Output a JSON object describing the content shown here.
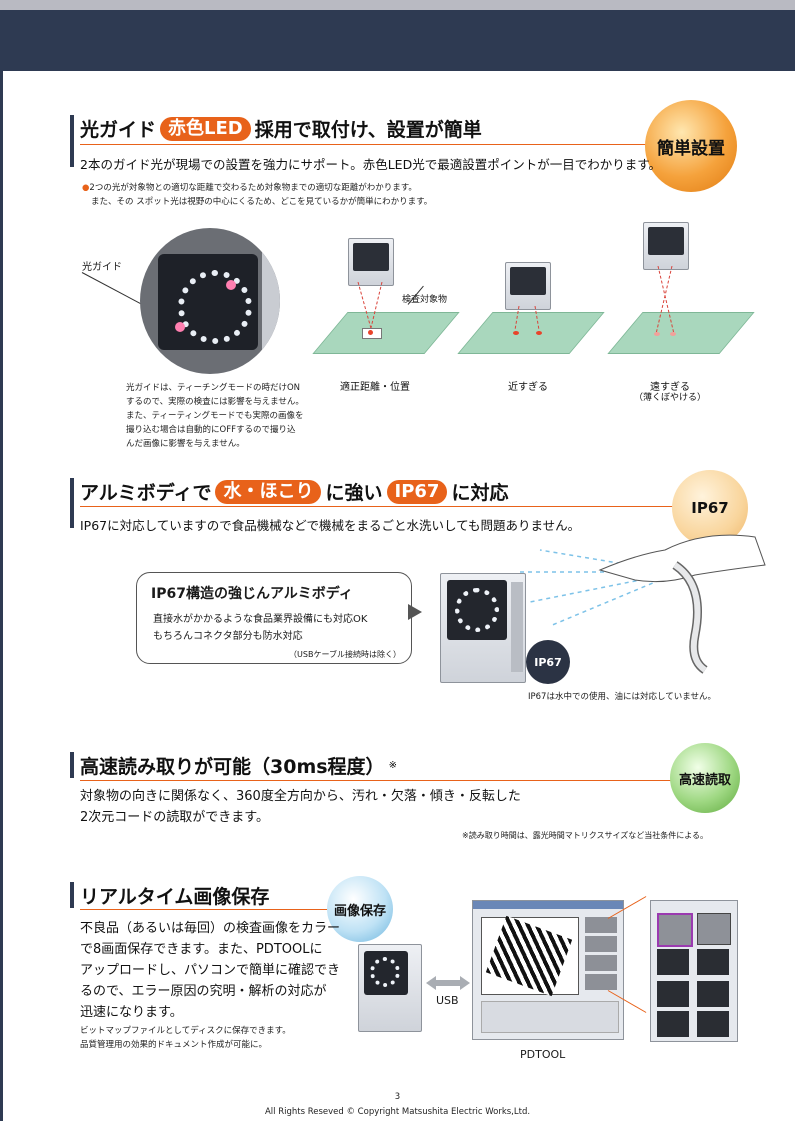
{
  "sections": [
    {
      "title_pre": "光ガイド",
      "title_pill": "赤色LED",
      "title_post": "採用で取付け、設置が簡単",
      "badge": "簡単設置",
      "lead": "2本のガイド光が現場での設置を強力にサポート。赤色LED光で最適設置ポイントが一目でわかります。",
      "note_lines": [
        "2つの光が対象物との適切な距離で交わるため対象物までの適切な距離がわかります。",
        "また、その スポット光は視野の中心にくるため、どこを見ているかが簡単にわかります。"
      ],
      "photo_label": "光ガイド",
      "photo_caption_lines": [
        "光ガイドは、ティーチングモードの時だけON",
        "するので、実際の検査には影響を与えません。",
        "また、ティーティングモードでも実際の画像を",
        "撮り込む場合は自動的にOFFするので撮り込",
        "んだ画像に影響を与えません。"
      ],
      "target_label": "検査対象物",
      "diagrams": [
        {
          "caption": "適正距離・位置",
          "sub": ""
        },
        {
          "caption": "近すぎる",
          "sub": ""
        },
        {
          "caption": "遠すぎる",
          "sub": "（薄くぼやける）"
        }
      ]
    },
    {
      "title_pre": "アルミボディで",
      "title_pill": "水・ほこり",
      "title_mid": "に強い",
      "title_pill2": "IP67",
      "title_post": "に対応",
      "badge": "IP67",
      "lead": "IP67に対応していますので食品機械などで機械をまるごと水洗いしても問題ありません。",
      "bubble_title": "IP67構造の強じんアルミボディ",
      "bubble_lines": [
        "直接水がかかるような食品業界設備にも対応OK",
        "もちろんコネクタ部分も防水対応"
      ],
      "bubble_note": "（USBケーブル接続時は除く）",
      "photo_badge": "IP67",
      "photo_note": "IP67は水中での使用、油には対応していません。"
    },
    {
      "title": "高速読み取りが可能（30ms程度）",
      "title_mark": "※",
      "badge": "高速読取",
      "body_lines": [
        "対象物の向きに関係なく、360度全方向から、汚れ・欠落・傾き・反転した",
        "2次元コードの読取ができます。"
      ],
      "note": "※読み取り時間は、露光時間マトリクスサイズなど当社条件による。"
    },
    {
      "title": "リアルタイム画像保存",
      "badge": "画像保存",
      "body_lines": [
        "不良品（あるいは毎回）の検査画像をカラー",
        "で8画面保存できます。また、PDTOOLに",
        "アップロードし、パソコンで簡単に確認でき",
        "るので、エラー原因の究明・解析の対応が",
        "迅速になります。"
      ],
      "note_lines": [
        "ビットマップファイルとしてディスクに保存できます。",
        "品質管理用の効果的ドキュメント作成が可能に。"
      ],
      "usb_label": "USB",
      "tool_label": "PDTOOL"
    }
  ],
  "footer": {
    "page_number": "3",
    "copyright": "All Rights Reseved © Copyright Matsushita Electric Works,Ltd."
  },
  "colors": {
    "header": "#2e3a52",
    "accent": "#e8621a",
    "plate": "#a9d7bd"
  }
}
